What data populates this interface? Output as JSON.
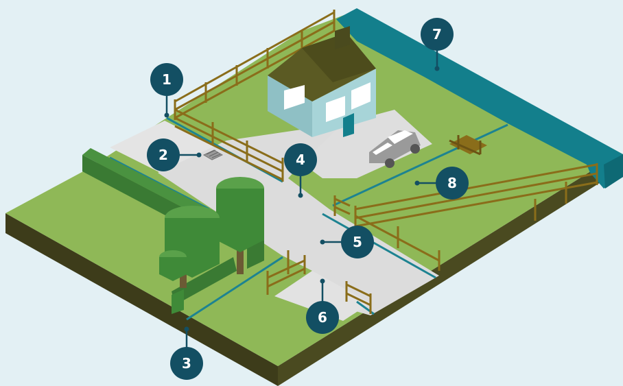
{
  "diagram": {
    "markers": [
      {
        "id": "1",
        "label": "1"
      },
      {
        "id": "2",
        "label": "2"
      },
      {
        "id": "3",
        "label": "3"
      },
      {
        "id": "4",
        "label": "4"
      },
      {
        "id": "5",
        "label": "5"
      },
      {
        "id": "6",
        "label": "6"
      },
      {
        "id": "7",
        "label": "7"
      },
      {
        "id": "8",
        "label": "8"
      }
    ]
  },
  "colors": {
    "background": "#e3f0f4",
    "grass": "#8fb857",
    "soil": "#3d3c1a",
    "paving": "#dcdcdc",
    "water": "#137f8c",
    "fence": "#8a6d1a",
    "house_wall": "#a7d4d8",
    "roof": "#5b5a23",
    "marker": "#134f63",
    "tree": "#3f8a38",
    "hedge": "#4a9240"
  }
}
